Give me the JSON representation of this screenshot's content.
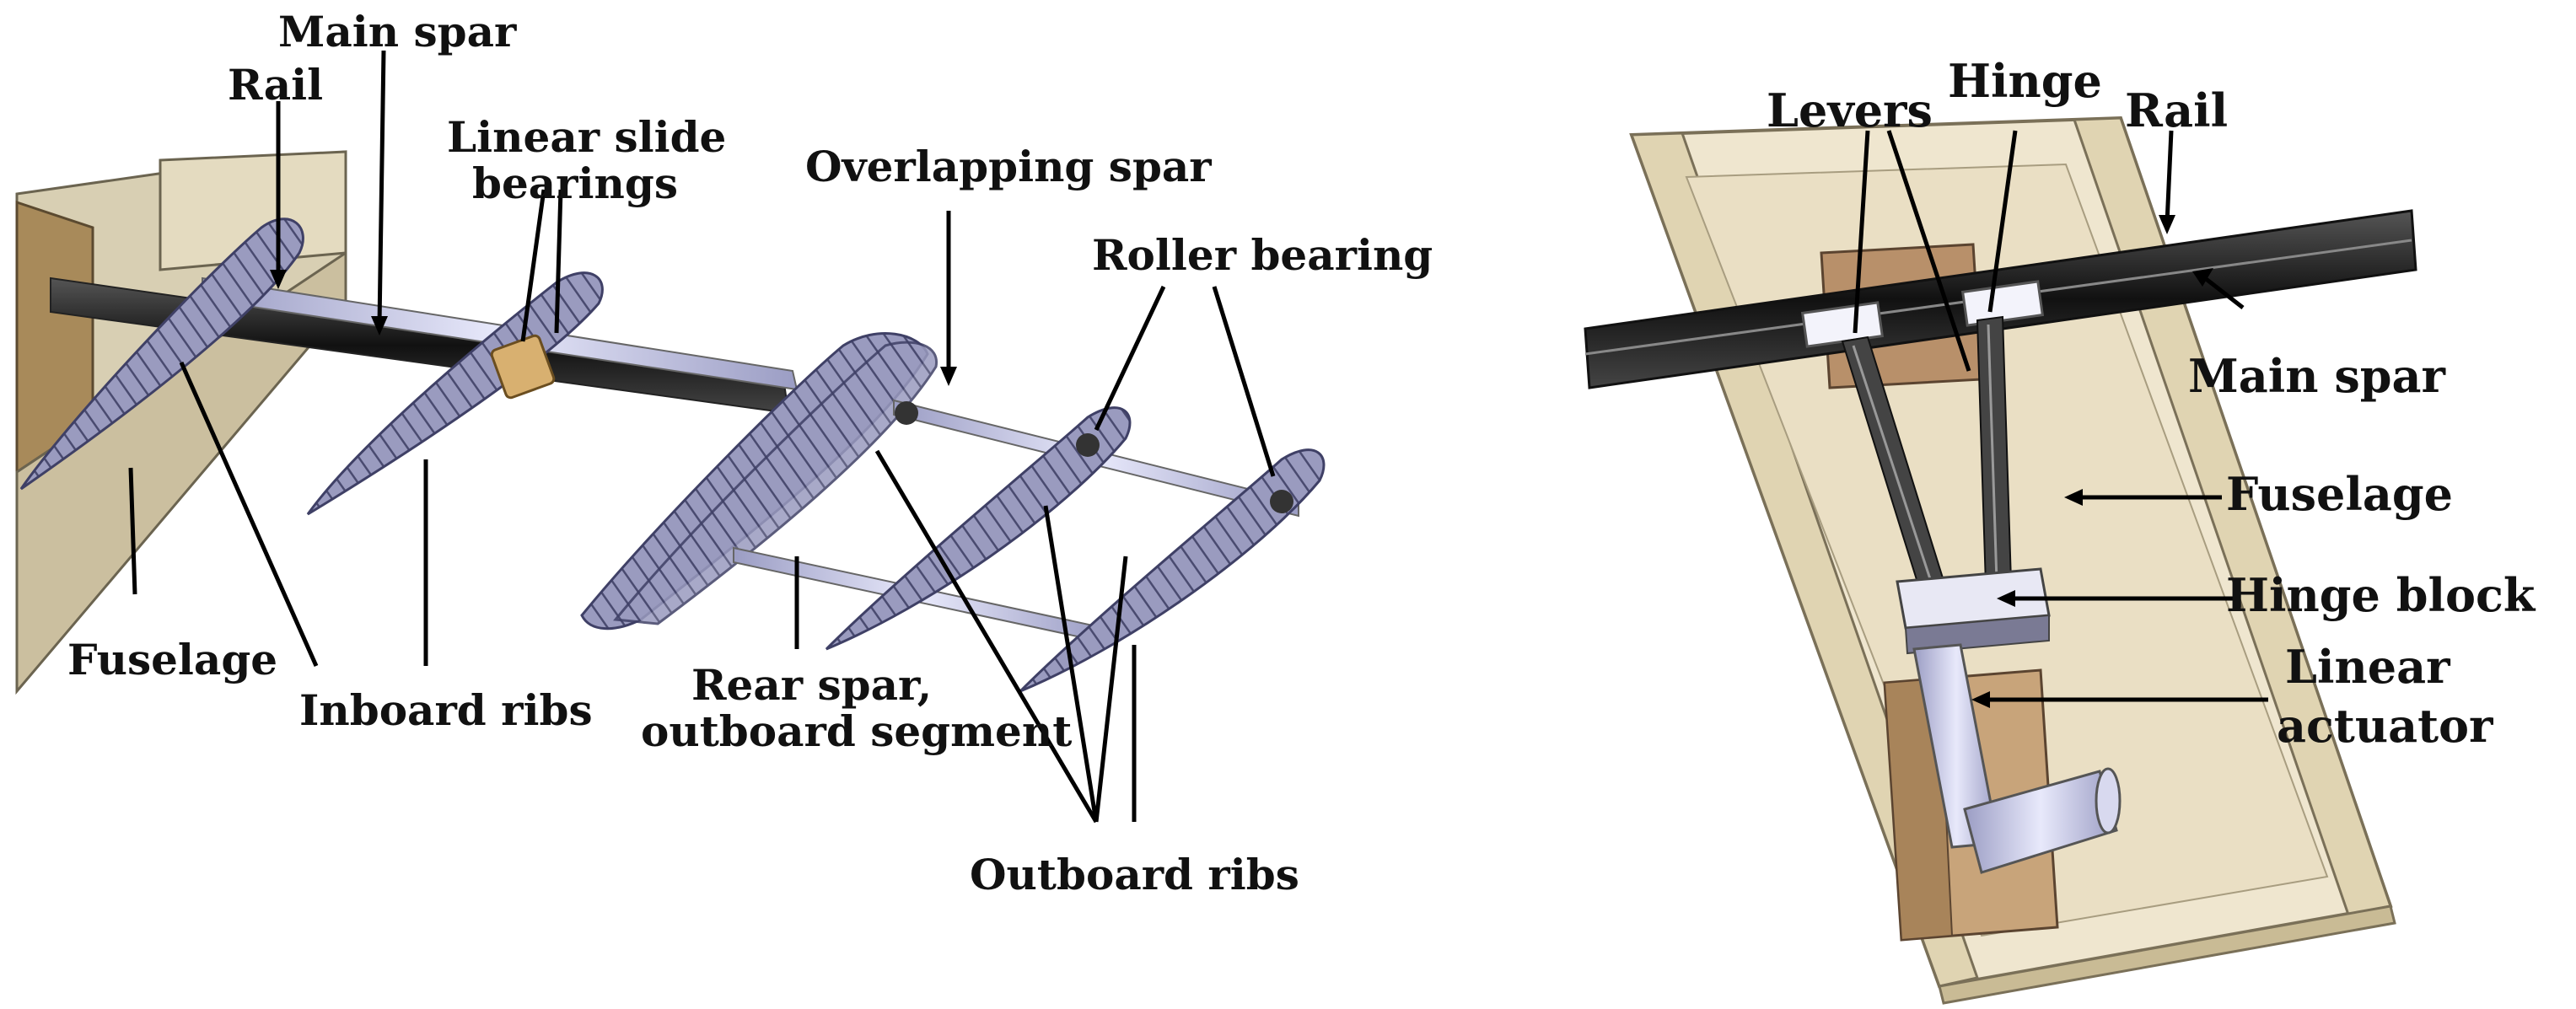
{
  "left": {
    "labels": {
      "main_spar": "Main spar",
      "rail": "Rail",
      "linear_slide_1": "Linear slide",
      "linear_slide_2": "bearings",
      "overlapping_spar": "Overlapping spar",
      "roller_bearing": "Roller bearing",
      "fuselage": "Fuselage",
      "inboard_ribs": "Inboard ribs",
      "rear_spar_1": "Rear spar,",
      "rear_spar_2": "outboard segment",
      "outboard_ribs": "Outboard ribs"
    }
  },
  "right": {
    "labels": {
      "levers": "Levers",
      "hinge": "Hinge",
      "rail": "Rail",
      "main_spar": "Main spar",
      "fuselage": "Fuselage",
      "hinge_block": "Hinge block",
      "linear_1": "Linear",
      "linear_2": "actuator"
    }
  },
  "colors": {
    "rib": "#8e8fb4",
    "rib_dark": "#55567a",
    "spar": "#c8c9e6",
    "fuselage": "#e6dcc2",
    "wood": "#c9a77a"
  }
}
